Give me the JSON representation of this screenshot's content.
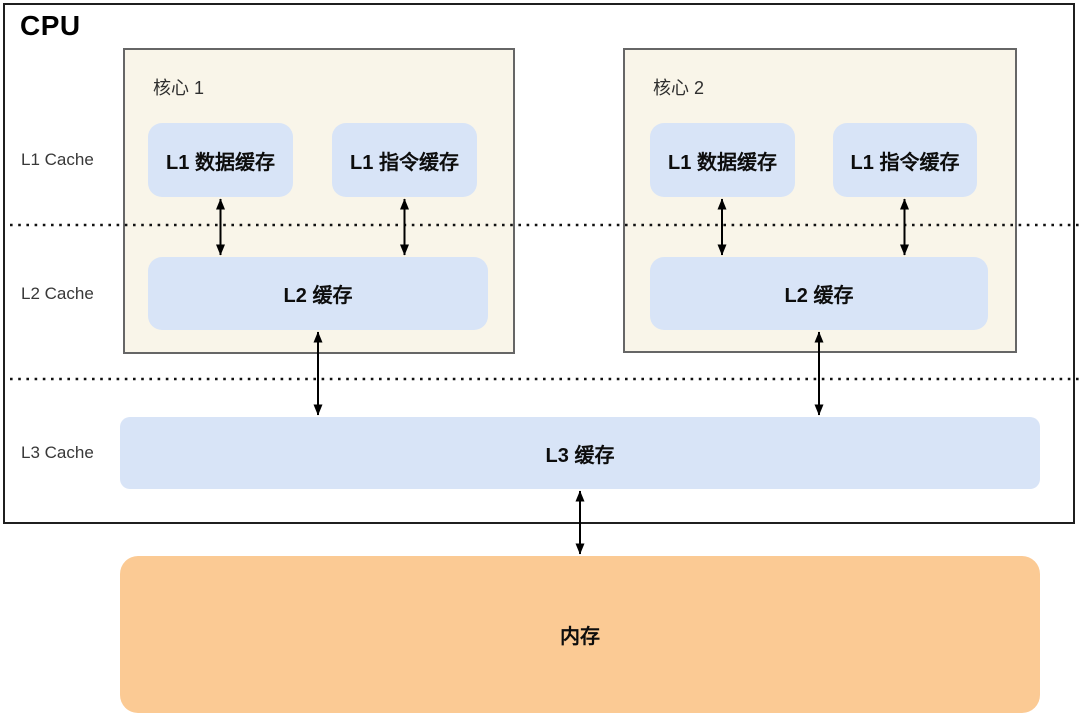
{
  "diagram": {
    "cpu_label": "CPU",
    "row_labels": [
      {
        "label": "L1 Cache"
      },
      {
        "label": "L2 Cache"
      },
      {
        "label": "L3 Cache"
      }
    ],
    "cores": [
      {
        "title": "核心 1",
        "l1_data": "L1 数据缓存",
        "l1_instruction": "L1 指令缓存",
        "l2": "L2 缓存"
      },
      {
        "title": "核心 2",
        "l1_data": "L1 数据缓存",
        "l1_instruction": "L1 指令缓存",
        "l2": "L2 缓存"
      }
    ],
    "l3": {
      "label": "L3 缓存"
    },
    "memory": {
      "label": "内存"
    },
    "colors": {
      "cache_fill": "#d8e4f7",
      "core_fill": "#f9f5e9",
      "core_border": "#666666",
      "memory_fill": "#fbca94",
      "cpu_border": "#1f1f1f",
      "line_color": "#000000"
    }
  }
}
